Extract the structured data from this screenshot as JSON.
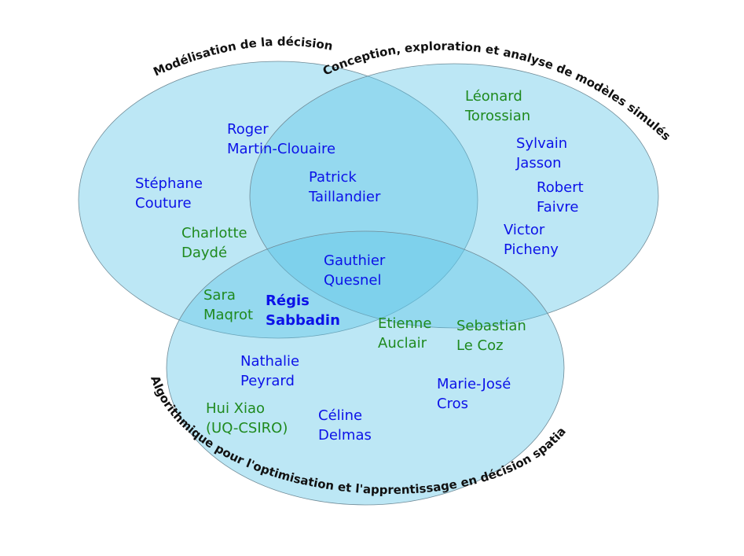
{
  "circles": [
    {
      "id": "decision",
      "label": "Modélisation de la décision"
    },
    {
      "id": "simulated",
      "label": "Conception, exploration et analyse de modèles simulés"
    },
    {
      "id": "algorithms",
      "label": "Algorithmique pour l'optimisation et l'apprentissage en décision spatialisée"
    }
  ],
  "colors": {
    "blue_name": "#0c12e8",
    "green_name": "#1f8a1f",
    "circle_fill": "#5fc5e6"
  },
  "people": [
    {
      "id": "roger",
      "line1": "Roger",
      "line2": "Martin-Clouaire",
      "color": "blue"
    },
    {
      "id": "stephane",
      "line1": "Stéphane",
      "line2": "Couture",
      "color": "blue"
    },
    {
      "id": "charlotte",
      "line1": "Charlotte",
      "line2": "Daydé",
      "color": "green"
    },
    {
      "id": "patrick",
      "line1": "Patrick",
      "line2": "Taillandier",
      "color": "blue"
    },
    {
      "id": "leonard",
      "line1": "Léonard",
      "line2": "Torossian",
      "color": "green"
    },
    {
      "id": "sylvain",
      "line1": "Sylvain",
      "line2": "Jasson",
      "color": "blue"
    },
    {
      "id": "robert",
      "line1": "Robert",
      "line2": "Faivre",
      "color": "blue"
    },
    {
      "id": "victor",
      "line1": "Victor",
      "line2": "Picheny",
      "color": "blue"
    },
    {
      "id": "gauthier",
      "line1": "Gauthier",
      "line2": "Quesnel",
      "color": "blue"
    },
    {
      "id": "sara",
      "line1": "Sara",
      "line2": "Maqrot",
      "color": "green"
    },
    {
      "id": "regis",
      "line1": "Régis",
      "line2": "Sabbadin",
      "color": "blue",
      "bold": true
    },
    {
      "id": "etienne",
      "line1": "Etienne",
      "line2": "Auclair",
      "color": "green"
    },
    {
      "id": "sebastian",
      "line1": "Sebastian",
      "line2": "Le Coz",
      "color": "green"
    },
    {
      "id": "nathalie",
      "line1": "Nathalie",
      "line2": "Peyrard",
      "color": "blue"
    },
    {
      "id": "marie",
      "line1": "Marie-José",
      "line2": "Cros",
      "color": "blue"
    },
    {
      "id": "hui",
      "line1": "Hui Xiao",
      "line2": "(UQ-CSIRO)",
      "color": "green"
    },
    {
      "id": "celine",
      "line1": "Céline",
      "line2": "Delmas",
      "color": "blue"
    }
  ]
}
